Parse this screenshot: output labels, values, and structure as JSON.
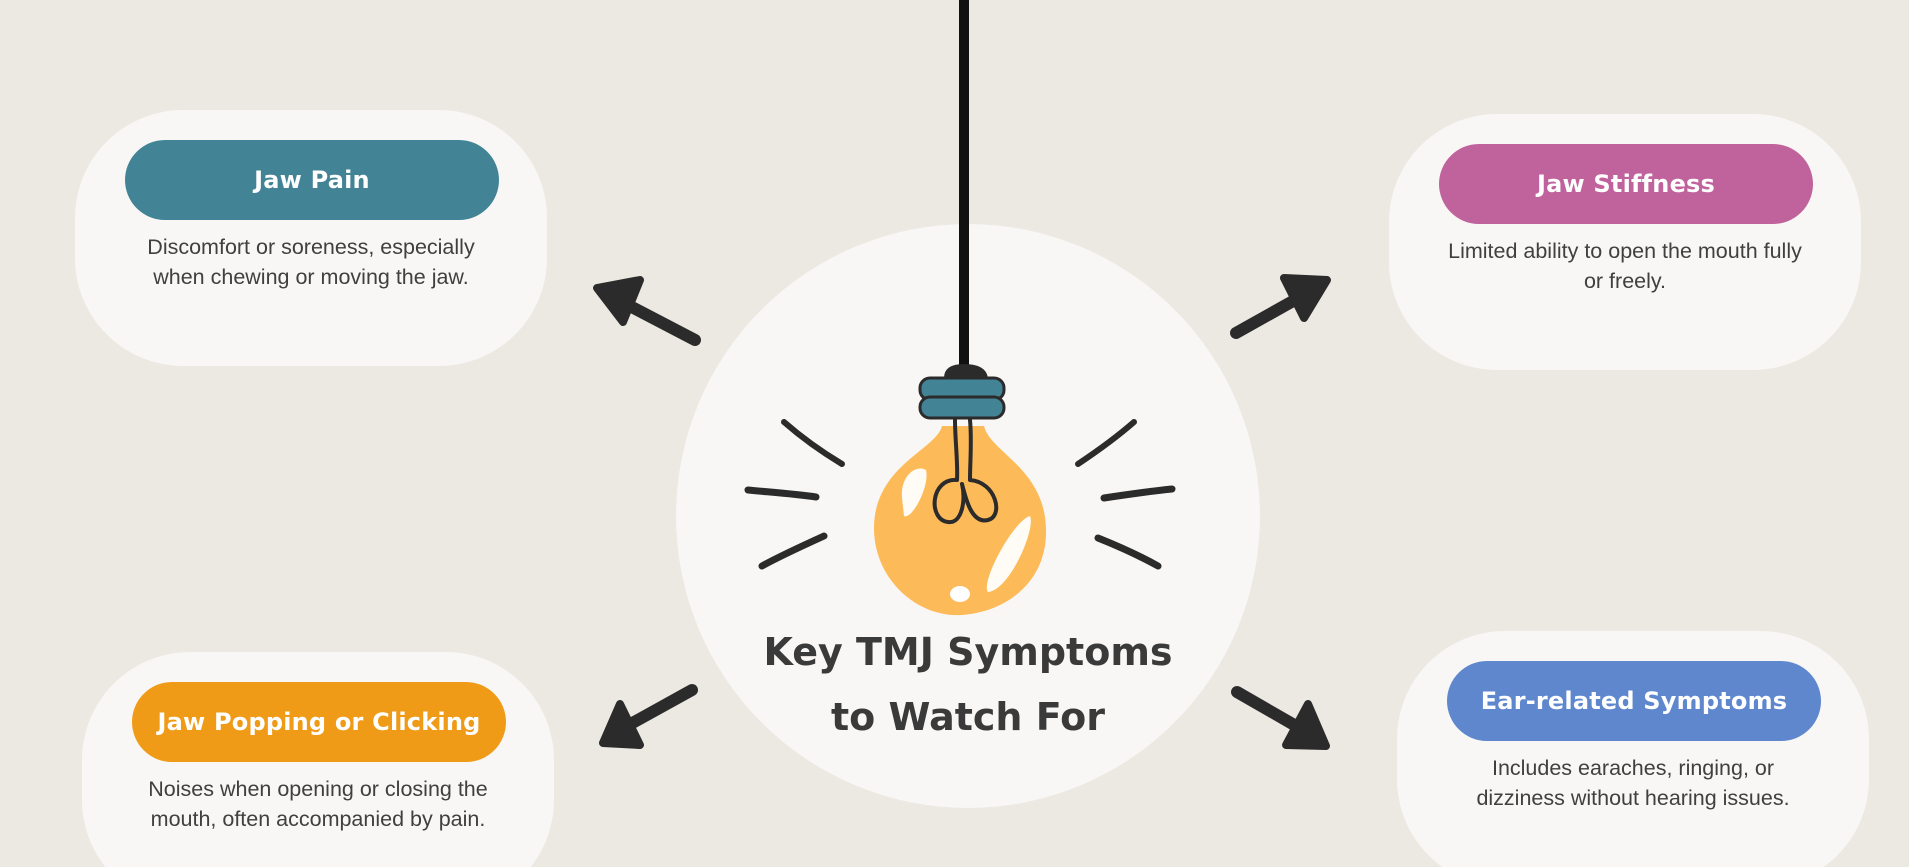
{
  "title": {
    "line1": "Key TMJ Symptoms",
    "line2": "to Watch For"
  },
  "colors": {
    "background": "#ece8e2",
    "card": "#f8f7f5",
    "jaw_pain": "#428395",
    "jaw_stiffness": "#c0629c",
    "jaw_popping": "#ef9b17",
    "ear_related": "#5f87cd",
    "bulb": "#fcbb58",
    "bulb_cap": "#428395",
    "ink": "#2b2b2b"
  },
  "cards": {
    "jaw_pain": {
      "title": "Jaw Pain",
      "line1": "Discomfort or soreness, especially",
      "line2": "when chewing or moving the jaw."
    },
    "jaw_stiffness": {
      "title": "Jaw Stiffness",
      "line1": "Limited ability to open the mouth fully",
      "line2": "or freely."
    },
    "jaw_popping": {
      "title": "Jaw Popping or Clicking",
      "line1": "Noises when opening or closing the",
      "line2": "mouth, often accompanied by pain."
    },
    "ear_related": {
      "title": "Ear-related Symptoms",
      "line1": "Includes earaches, ringing, or",
      "line2": "dizziness without hearing issues."
    }
  },
  "icons": [
    "light-bulb-icon",
    "arrow-icon"
  ]
}
